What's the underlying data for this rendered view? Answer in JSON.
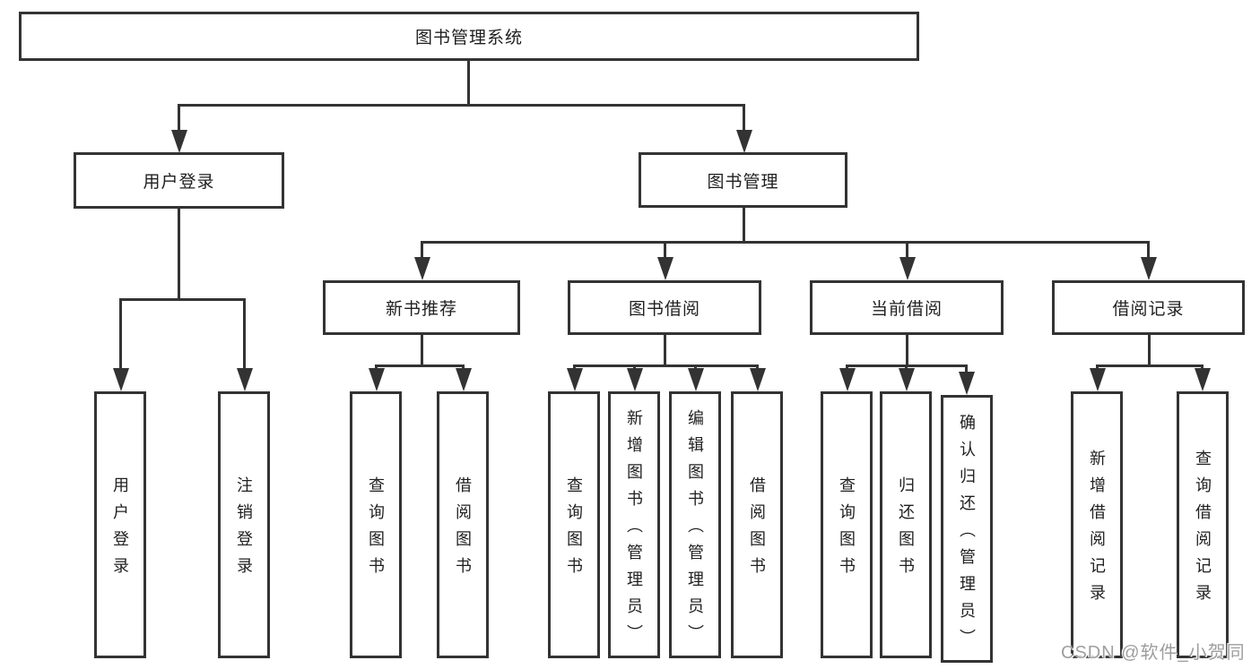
{
  "diagram": {
    "root": {
      "label": "图书管理系统"
    },
    "branches": [
      {
        "label": "用户登录",
        "children": [
          {
            "label": "用户登录"
          },
          {
            "label": "注销登录"
          }
        ]
      },
      {
        "label": "图书管理",
        "children": [
          {
            "label": "新书推荐",
            "children": [
              {
                "label": "查询图书"
              },
              {
                "label": "借阅图书"
              }
            ]
          },
          {
            "label": "图书借阅",
            "children": [
              {
                "label": "查询图书"
              },
              {
                "label": "新增图书（管理员）"
              },
              {
                "label": "编辑图书（管理员）"
              },
              {
                "label": "借阅图书"
              }
            ]
          },
          {
            "label": "当前借阅",
            "children": [
              {
                "label": "查询图书"
              },
              {
                "label": "归还图书"
              },
              {
                "label": "确认归还（管理员）"
              }
            ]
          },
          {
            "label": "借阅记录",
            "children": [
              {
                "label": "新增借阅记录"
              },
              {
                "label": "查询借阅记录"
              }
            ]
          }
        ]
      }
    ]
  },
  "watermark": {
    "text": "CSDN @软件_小贺同学"
  },
  "colors": {
    "line": "#333333",
    "box_border": "#333333",
    "text": "#1f1f1f",
    "background": "#ffffff",
    "watermark": "#9e9e9e"
  }
}
